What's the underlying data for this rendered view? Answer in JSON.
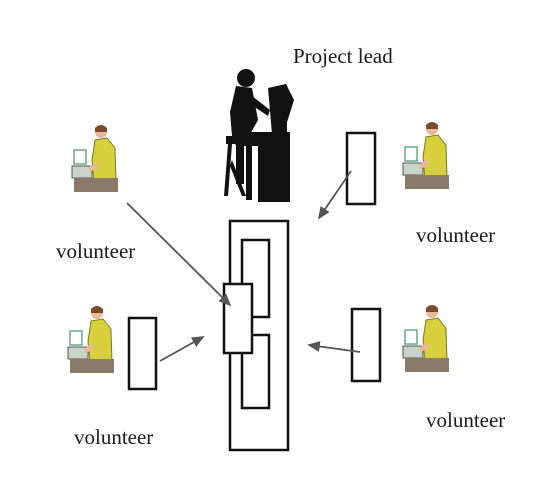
{
  "diagram": {
    "project_lead_label": "Project lead",
    "volunteer_labels": [
      "volunteer",
      "volunteer",
      "volunteer",
      "volunteer"
    ]
  }
}
